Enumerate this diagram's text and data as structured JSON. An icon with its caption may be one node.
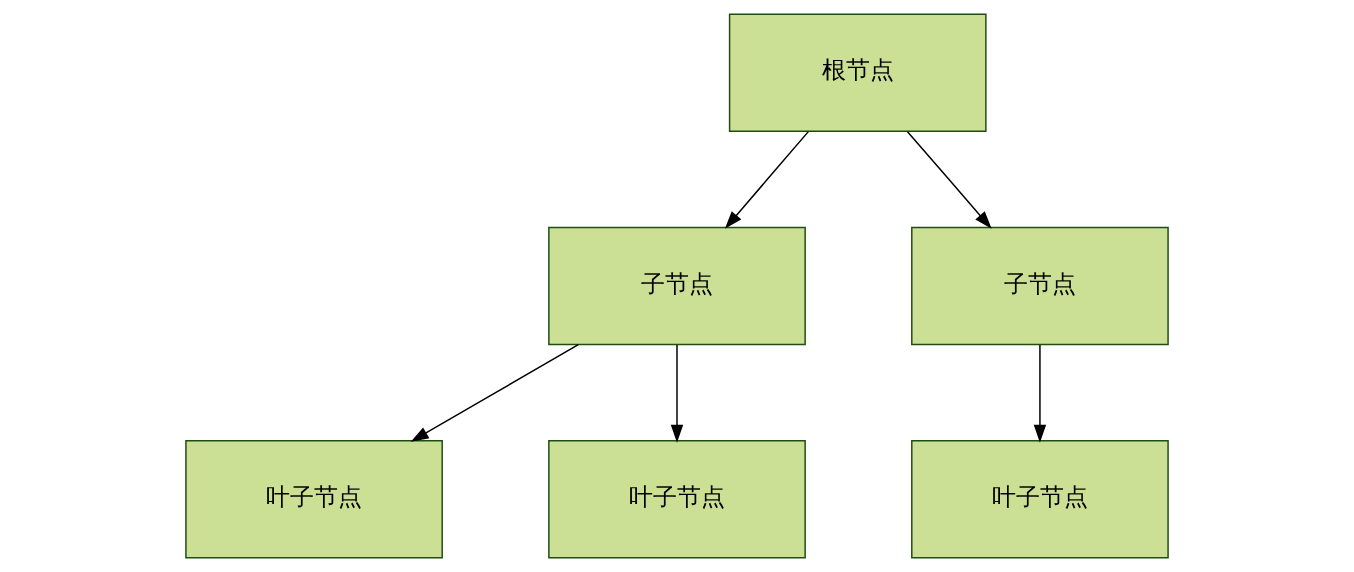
{
  "diagram": {
    "nodes": [
      {
        "text": [
          "根节点"
        ]
      },
      {
        "text": [
          "子节点"
        ]
      },
      {
        "text": [
          "子节点"
        ]
      },
      {
        "text": [
          "叶子节点"
        ]
      },
      {
        "text": [
          "叶子节点"
        ]
      },
      {
        "text": [
          "叶子节点"
        ]
      }
    ],
    "edges": [
      {
        "from": 0,
        "to": 1,
        "arrow": "to"
      },
      {
        "from": 0,
        "to": 2,
        "arrow": "to"
      },
      {
        "from": 1,
        "to": 3,
        "arrow": "to"
      },
      {
        "from": 1,
        "to": 4,
        "arrow": "to"
      },
      {
        "from": 2,
        "to": 5,
        "arrow": "to"
      }
    ]
  }
}
